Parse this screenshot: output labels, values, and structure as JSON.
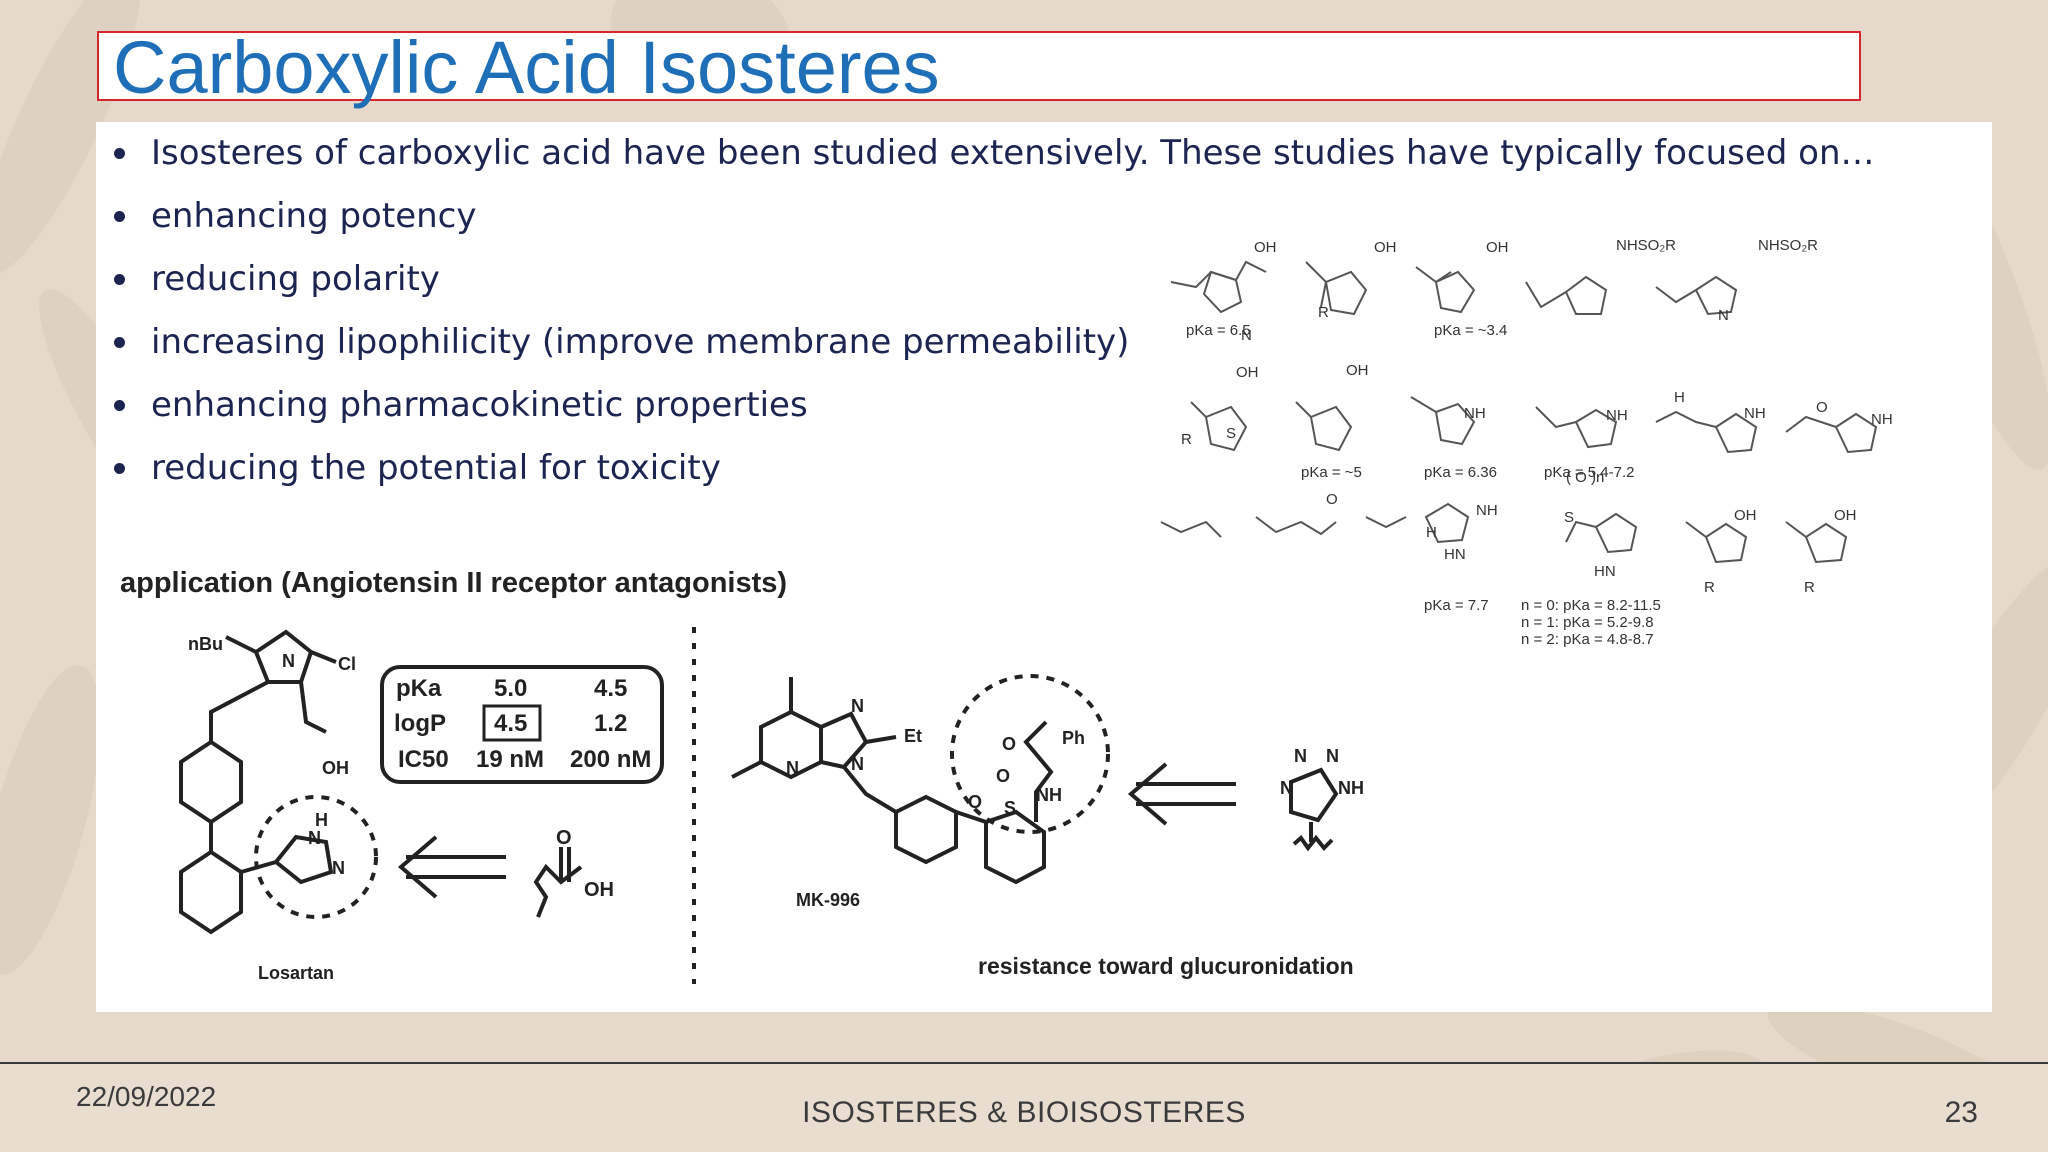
{
  "slide": {
    "title": "Carboxylic Acid Isosteres",
    "bullets": [
      "Isosteres of carboxylic acid have been studied extensively. These studies have typically focused on…",
      "enhancing potency",
      "reducing polarity",
      "increasing lipophilicity (improve membrane permeability)",
      "enhancing pharmacokinetic properties",
      "reducing the potential for toxicity"
    ]
  },
  "figure": {
    "application_heading": "application (Angiotensin II receptor antagonists)",
    "losartan": {
      "name": "Losartan",
      "labels": {
        "nbu": "nBu",
        "cl": "Cl",
        "oh": "OH",
        "n": "N",
        "h": "H"
      }
    },
    "comparison_table": {
      "row_labels": [
        "pKa",
        "logP",
        "IC50"
      ],
      "col1": [
        "5.0",
        "4.5",
        "19 nM"
      ],
      "col2": [
        "4.5",
        "1.2",
        "200 nM"
      ]
    },
    "acid_labels": {
      "o": "O",
      "oh": "OH"
    },
    "mk996": {
      "name": "MK-996",
      "labels": {
        "et": "Et",
        "ph": "Ph",
        "nh": "NH",
        "o": "O",
        "s": "S",
        "n": "N"
      }
    },
    "tetrazole_labels": {
      "n": "N",
      "nh": "NH"
    },
    "resistance_caption": "resistance toward glucuronidation",
    "pka_labels": [
      "pKa = 6.5",
      "pKa = ~3.4",
      "pKa = ~5",
      "pKa = 6.36",
      "pKa = 5.4-7.2",
      "pKa = 7.7",
      "n = 0: pKa = 8.2-11.5",
      "n = 1: pKa = 5.2-9.8",
      "n = 2: pKa = 4.8-8.7"
    ],
    "structure_labels": {
      "oh": "OH",
      "nhso2r": "NHSO₂R",
      "r": "R",
      "nh": "NH",
      "n": "N",
      "o": "O",
      "s": "S",
      "hn": "HN",
      "h": "H",
      "on": "( O )n"
    }
  },
  "footer": {
    "date": "22/09/2022",
    "title": "ISOSTERES & BIOISOSTERES",
    "page": "23"
  },
  "colors": {
    "title_blue": "#1f6fb8",
    "title_border": "#d8262e",
    "bullet_text": "#1c2452",
    "background": "#e6d9cb"
  }
}
